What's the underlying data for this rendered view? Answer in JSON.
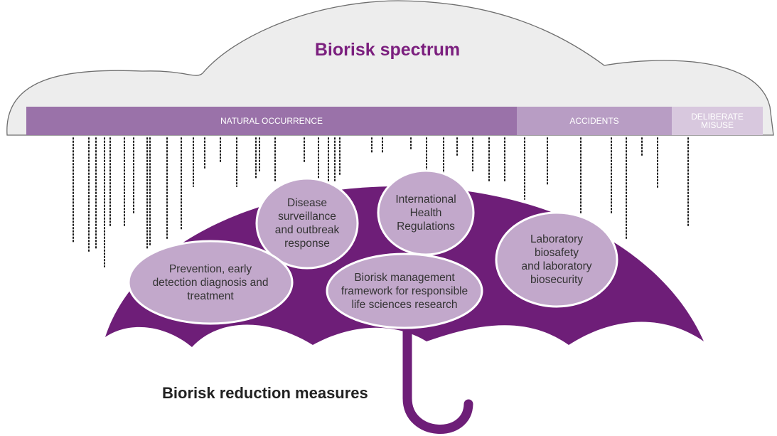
{
  "diagram": {
    "title": "Biorisk spectrum",
    "spectrum": {
      "natural_occurrence": "NATURAL OCCURRENCE",
      "accidents": "ACCIDENTS",
      "deliberate_misuse": "DELIBERATE\nMISUSE"
    },
    "measures_label": "Biorisk reduction measures",
    "measures": {
      "prevention": "Prevention, early\ndetection diagnosis and\ntreatment",
      "surveillance": "Disease\nsurveillance\nand outbreak\nresponse",
      "ihr": "International\nHealth\nRegulations",
      "framework": "Biorisk management\nframework for responsible\nlife sciences research",
      "laboratory": "Laboratory\nbiosafety\nand laboratory\nbiosecurity"
    },
    "colors": {
      "cloud_fill": "#ededed",
      "cloud_stroke": "#6e6e6e",
      "title": "#7b1f7e",
      "natural": "#9a72a9",
      "accidents": "#b89dc4",
      "deliberate": "#d8c8de",
      "umbrella": "#6e1e78",
      "ellipse": "#c2a8cb",
      "rain": "#1a1a1a"
    }
  }
}
